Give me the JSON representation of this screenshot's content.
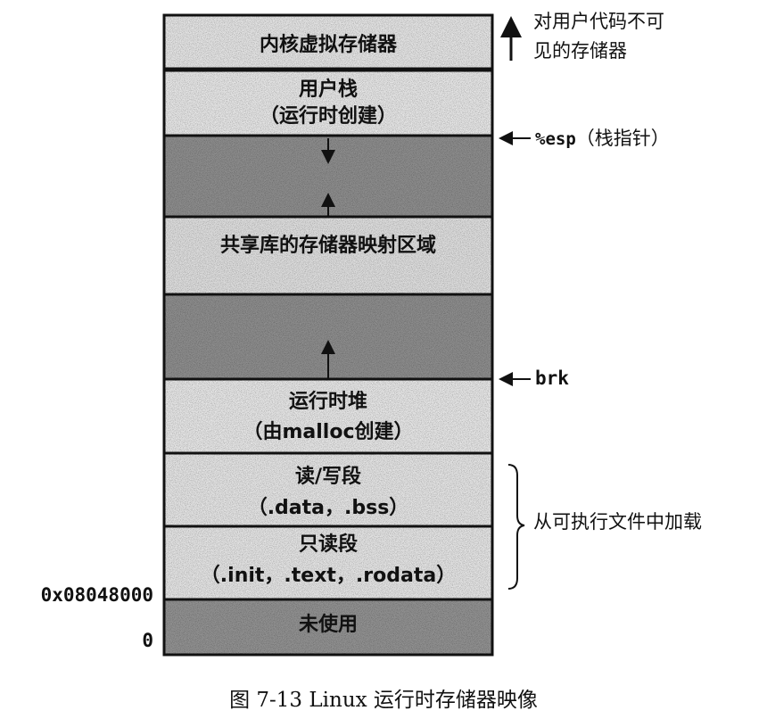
{
  "segments": {
    "kernel": "内核虚拟存储器",
    "user_stack": {
      "line1": "用户栈",
      "line2": "（运行时创建）"
    },
    "shared_libs": "共享库的存储器映射区域",
    "heap": {
      "line1": "运行时堆",
      "line2": "（由malloc创建）"
    },
    "rw_segment": {
      "line1": "读/写段",
      "line2": "（.data，.bss）"
    },
    "ro_segment": {
      "line1": "只读段",
      "line2": "（.init，.text，.rodata）"
    },
    "unused": "未使用"
  },
  "annotations": {
    "invisible_line1": "对用户代码不可",
    "invisible_line2": "见的存储器",
    "esp_reg": "%esp",
    "esp_label": "（栈指针）",
    "brk": "brk",
    "loaded_from_exe": "从可执行文件中加载"
  },
  "addresses": {
    "start": "0x08048000",
    "zero": "0"
  },
  "caption": "图 7-13   Linux 运行时存储器映像",
  "colors": {
    "light_fill": "#e2e2e2",
    "dark_fill": "#8c8c8c",
    "border": "#111111"
  }
}
